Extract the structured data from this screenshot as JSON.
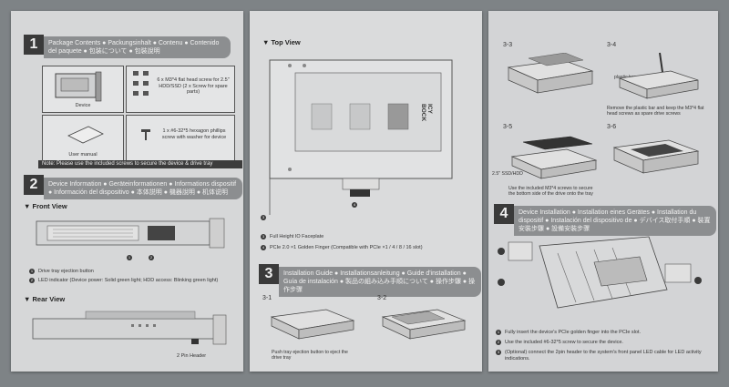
{
  "panel1": {
    "sec1": {
      "num": "1",
      "title": "Package Contents ● Packungsinhalt ● Contenu ● Contenido del paquete ● 包装について ● 包裝說明",
      "device_label": "Device",
      "screws_text": "6 x M3*4 flat head screw for 2.5\" HDD/SSD (2 x Screw for spare parts)",
      "manual_label": "User manual",
      "hex_text": "1 x #6-32*5 hexagon phillips screw with washer for device",
      "note": "Note: Please use the included screws to secure the device & drive tray"
    },
    "sec2": {
      "num": "2",
      "title": "Device Information ● Geräteinformationen ● Informations dispositif ● Información del dispositivo ● 本体説明 ● 機器說明 ● 机体说明",
      "front_view": "Front View",
      "callout1": "1",
      "callout2": "2",
      "item1": "Drive tray ejection button",
      "item2": "LED indicator (Device power: Solid green light; HDD access: Blinking green light)",
      "rear_view": "Rear View",
      "rear_label": "2 Pin Header"
    }
  },
  "panel2": {
    "top_view": "Top View",
    "brand": "ICY BOCK",
    "callout3": "3",
    "callout4": "4",
    "item3": "Full Height IO Faceplate",
    "item4": "PCIe 2.0 ×1 Golden Finger (Compatible with PCIe ×1 / 4 / 8 / 16 slot)",
    "sec3": {
      "num": "3",
      "title": "Installation Guide ● Installationsanleitung ● Guide d'installation ● Guía de instalación ● 製品の組み込み手順について ● 操作步驟 ● 操作步骤"
    },
    "step_3_1": "3-1",
    "step_3_2": "3-2",
    "step_3_1_text": "Push tray ejection button to eject the drive tray"
  },
  "panel3": {
    "step_3_3": "3-3",
    "step_3_4": "3-4",
    "plastic_bar": "plastic bar",
    "step_3_4_text": "Remove the plastic bar and keep the M3*4 flat head screws as spare drive screws",
    "step_3_5": "3-5",
    "step_3_6": "3-6",
    "hdd_label": "2.5\" SSD/HDD",
    "step_3_5_text": "Use the included M3*4 screws to secure the bottom side of the drive onto the tray",
    "sec4": {
      "num": "4",
      "title": "Device Installation ● Installation eines Gerätes ● Installation du dispositif ● Instalación del dispositivo de ● デバイス取付手順 ● 裝置安裝步驟 ● 設備安裝步骤"
    },
    "inst": [
      {
        "n": "1",
        "text": "Fully insert the device's PCIe golden finger into the PCIe slot."
      },
      {
        "n": "2",
        "text": "Use the included #6-32*5 screw to secure the device."
      },
      {
        "n": "3",
        "text": "(Optional) connect the 2pin header to the system's front panel LED cable for LED activity indications."
      }
    ]
  }
}
